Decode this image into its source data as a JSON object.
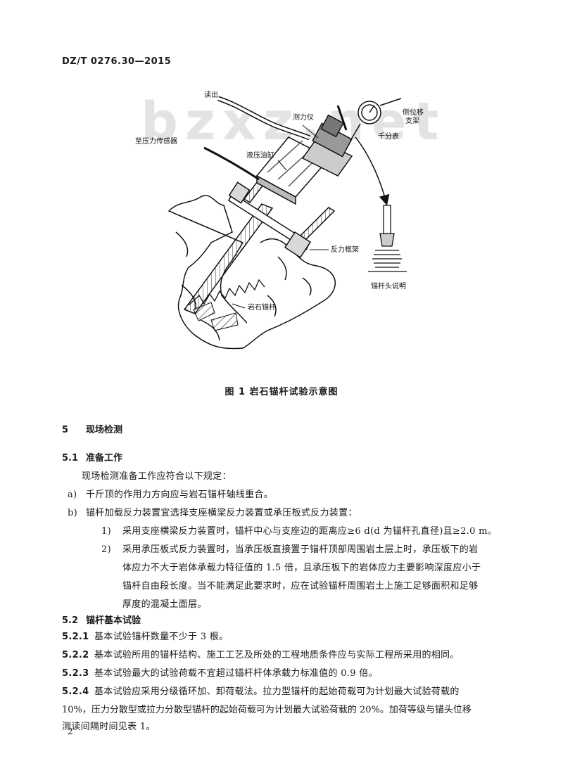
{
  "header": {
    "doc_code": "DZ/T 0276.30—2015"
  },
  "watermark": {
    "text": "bzxz.net"
  },
  "figure": {
    "labels": {
      "readout": "读出",
      "dynamometer": "测力仪",
      "side_bracket": "侧位移\n支架",
      "dial_gauge": "千分表",
      "to_pressure_sensor": "至压力传感器",
      "hydraulic_cylinder": "液压油缸",
      "reaction_frame": "反力框架",
      "anchor_head_note": "锚杆头说明",
      "rock_anchor": "岩石锚杆"
    },
    "caption": "图 1   岩石锚杆试验示意图"
  },
  "sections": {
    "s5": {
      "num": "5",
      "title": "现场检测"
    },
    "s5_1": {
      "num": "5.1",
      "title": "准备工作"
    },
    "s5_1_intro": "现场检测准备工作应符合以下规定：",
    "s5_1_a_tag": "a)",
    "s5_1_a": "千斤顶的作用力方向应与岩石锚杆轴线重合。",
    "s5_1_b_tag": "b)",
    "s5_1_b": "锚杆加载反力装置宜选择支座横梁反力装置或承压板式反力装置：",
    "s5_1_b1_tag": "1)",
    "s5_1_b1": "采用支座横梁反力装置时，锚杆中心与支座边的距离应≥6 d(d 为锚杆孔直径)且≥2.0 m。",
    "s5_1_b2_tag": "2)",
    "s5_1_b2_l1": "采用承压板式反力装置时，当承压板直接置于锚杆顶部周围岩土层上时，承压板下的岩",
    "s5_1_b2_l2": "体应力不大于岩体承载力特征值的 1.5 倍，且承压板下的岩体应力主要影响深度应小于",
    "s5_1_b2_l3": "锚杆自由段长度。当不能满足此要求时，应在试验锚杆周围岩土上施工足够面积和足够",
    "s5_1_b2_l4": "厚度的混凝土面层。",
    "s5_2": {
      "num": "5.2",
      "title": "锚杆基本试验"
    },
    "s5_2_1_num": "5.2.1",
    "s5_2_1": "基本试验锚杆数量不少于 3 根。",
    "s5_2_2_num": "5.2.2",
    "s5_2_2": "基本试验所用的锚杆结构、施工工艺及所处的工程地质条件应与实际工程所采用的相同。",
    "s5_2_3_num": "5.2.3",
    "s5_2_3": "基本试验最大的试验荷载不宜超过锚杆杆体承载力标准值的 0.9 倍。",
    "s5_2_4_num": "5.2.4",
    "s5_2_4_l1": "基本试验应采用分级循环加、卸荷载法。拉力型锚杆的起始荷载可为计划最大试验荷载的",
    "s5_2_4_l2": "10%，压力分散型或拉力分散型锚杆的起始荷载可为计划最大试验荷载的 20%。加荷等级与锚头位移",
    "s5_2_4_l3": "测读间隔时间见表 1。"
  },
  "footer": {
    "page_number": "2"
  }
}
